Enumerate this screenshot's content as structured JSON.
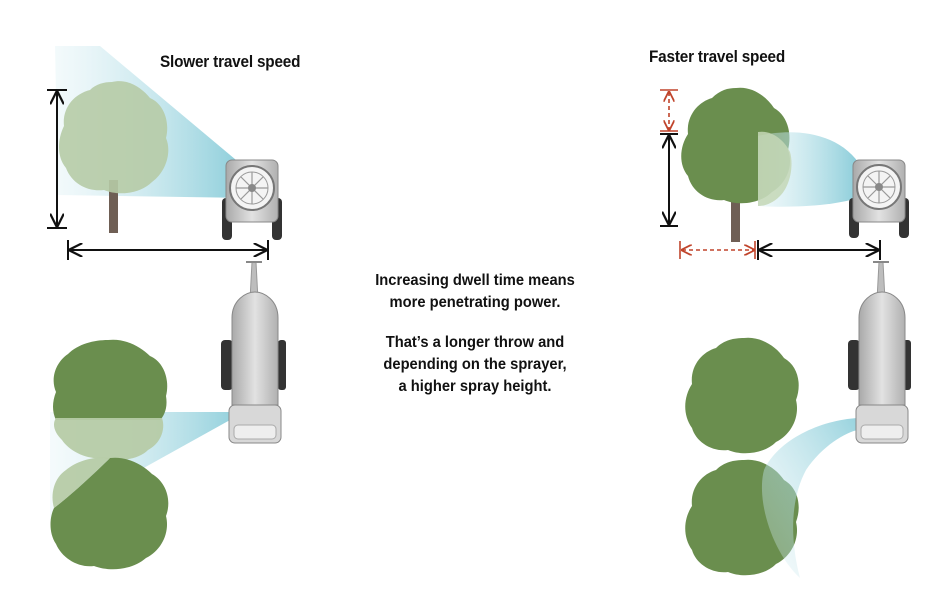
{
  "headings": {
    "left": "Slower travel speed",
    "right": "Faster travel speed"
  },
  "caption": {
    "line1": "Increasing dwell time means",
    "line2": "more penetrating power.",
    "line3": "That’s a longer throw and",
    "line4": "depending on the sprayer,",
    "line5": "a higher spray height."
  },
  "colors": {
    "tree_dark": "#6a8e4e",
    "tree_light": "#b9cda9",
    "spray": "#8ccfda",
    "sprayer_body": "#c8c8c8",
    "dimension_black": "#111111",
    "dimension_red": "#c0442b"
  }
}
